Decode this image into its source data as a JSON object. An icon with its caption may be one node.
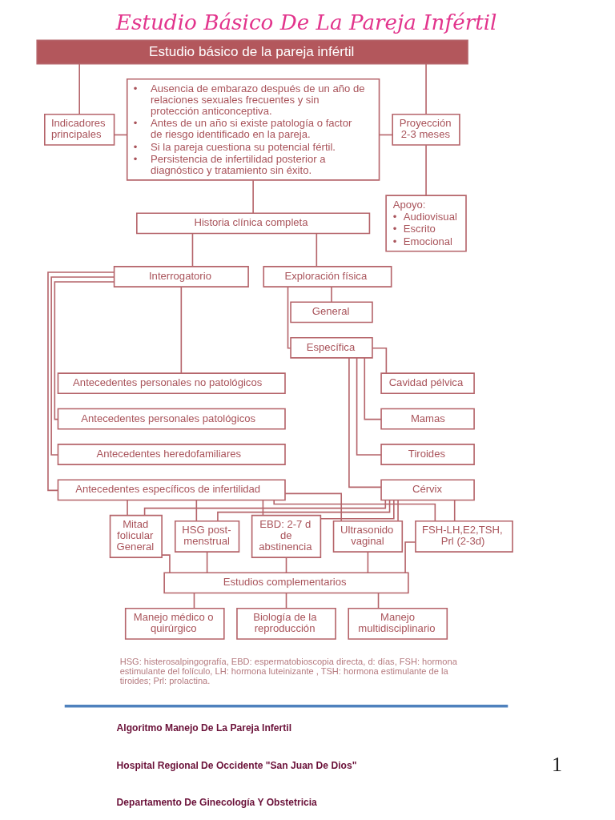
{
  "diagram": {
    "title": "Estudio Básico De La Pareja Infértil",
    "nodes": [
      {
        "text": [
          "Estudio básico de la pareja infértil"
        ]
      },
      {
        "text": [
          "Indicadores principales"
        ]
      },
      {
        "text": [
          "• Ausencia de embarazo después de un año de relaciones sexuales frecuentes y sin protección anticonceptiva.",
          "• Antes de un año si existe patología o factor de riesgo identificado en la pareja.",
          "• Si la pareja cuestiona su potencial fértil.",
          "• Persistencia de infertilidad posterior a diagnóstico y tratamiento sin éxito."
        ]
      },
      {
        "text": [
          "Proyección 2-3 meses"
        ]
      },
      {
        "text": [
          "Apoyo:",
          "• Audiovisual",
          "• Escrito",
          "• Emocional"
        ]
      },
      {
        "text": [
          "Historia clínica completa"
        ]
      },
      {
        "text": [
          "Interrogatorio"
        ]
      },
      {
        "text": [
          "Antecedentes personales no patológicos"
        ]
      },
      {
        "text": [
          "Antecedentes personales patológicos"
        ]
      },
      {
        "text": [
          "Antecedentes heredofamiliares"
        ]
      },
      {
        "text": [
          "Antecedentes específicos de infertilidad"
        ]
      },
      {
        "text": [
          "Exploración física"
        ]
      },
      {
        "text": [
          "General"
        ]
      },
      {
        "text": [
          "Específica"
        ]
      },
      {
        "text": [
          "Cavidad pélvica"
        ]
      },
      {
        "text": [
          "Mamas"
        ]
      },
      {
        "text": [
          "Tiroides"
        ]
      },
      {
        "text": [
          "Cérvix"
        ]
      },
      {
        "text": [
          "Mitad folicular General"
        ]
      },
      {
        "text": [
          "HSG post-menstrual"
        ]
      },
      {
        "text": [
          "EBD: 2-7 d de abstinencia"
        ]
      },
      {
        "text": [
          "Ultrasonido vaginal"
        ]
      },
      {
        "text": [
          "FSH-LH,E2,TSH, Prl (2-3d)"
        ]
      },
      {
        "text": [
          "Estudios complementarios"
        ]
      },
      {
        "text": [
          "Manejo médico o quirúrgico"
        ]
      },
      {
        "text": [
          "Biología de la reproducción"
        ]
      },
      {
        "text": [
          "Manejo multidisciplinario"
        ]
      }
    ],
    "edges": [
      {
        "from": 0,
        "to": 1,
        "arrow": "none"
      },
      {
        "from": 0,
        "to": 3,
        "arrow": "none"
      },
      {
        "from": 1,
        "to": 2,
        "arrow": "none"
      },
      {
        "from": 2,
        "to": 3,
        "arrow": "none"
      },
      {
        "from": 3,
        "to": 4,
        "arrow": "none"
      },
      {
        "from": 2,
        "to": 5,
        "arrow": "none"
      },
      {
        "from": 5,
        "to": 6,
        "arrow": "none"
      },
      {
        "from": 5,
        "to": 11,
        "arrow": "none"
      },
      {
        "from": 6,
        "to": 7,
        "arrow": "none"
      },
      {
        "from": 6,
        "to": 8,
        "arrow": "none"
      },
      {
        "from": 6,
        "to": 9,
        "arrow": "none"
      },
      {
        "from": 6,
        "to": 10,
        "arrow": "none"
      },
      {
        "from": 11,
        "to": 12,
        "arrow": "none"
      },
      {
        "from": 11,
        "to": 13,
        "arrow": "none"
      },
      {
        "from": 13,
        "to": 14,
        "arrow": "none"
      },
      {
        "from": 13,
        "to": 15,
        "arrow": "none"
      },
      {
        "from": 13,
        "to": 16,
        "arrow": "none"
      },
      {
        "from": 13,
        "to": 17,
        "arrow": "none"
      },
      {
        "from": 10,
        "to": 18,
        "arrow": "none"
      },
      {
        "from": 10,
        "to": 19,
        "arrow": "none"
      },
      {
        "from": 10,
        "to": 20,
        "arrow": "none"
      },
      {
        "from": 10,
        "to": 21,
        "arrow": "none"
      },
      {
        "from": 10,
        "to": 22,
        "arrow": "none"
      },
      {
        "from": 17,
        "to": 18,
        "arrow": "none"
      },
      {
        "from": 17,
        "to": 19,
        "arrow": "none"
      },
      {
        "from": 17,
        "to": 20,
        "arrow": "none"
      },
      {
        "from": 17,
        "to": 21,
        "arrow": "none"
      },
      {
        "from": 17,
        "to": 22,
        "arrow": "none"
      },
      {
        "from": 18,
        "to": 23,
        "arrow": "none"
      },
      {
        "from": 19,
        "to": 23,
        "arrow": "none"
      },
      {
        "from": 20,
        "to": 23,
        "arrow": "none"
      },
      {
        "from": 21,
        "to": 23,
        "arrow": "none"
      },
      {
        "from": 22,
        "to": 23,
        "arrow": "none"
      },
      {
        "from": 23,
        "to": 24,
        "arrow": "none"
      },
      {
        "from": 23,
        "to": 25,
        "arrow": "none"
      },
      {
        "from": 23,
        "to": 26,
        "arrow": "none"
      }
    ],
    "labels": [
      "HSG: histerosalpingografía, EBD: espermatobioscopia directa, d: días, FSH: hormona estimulante del folículo, LH: hormona luteinizante , TSH: hormona estimulante de la tiroides; Prl: prolactina.",
      "Algoritmo Manejo De La Pareja Infertil",
      "Hospital Regional De Occidente \"San Juan De Dios\"",
      "1",
      "Departamento De Ginecología Y Obstetricia"
    ]
  }
}
